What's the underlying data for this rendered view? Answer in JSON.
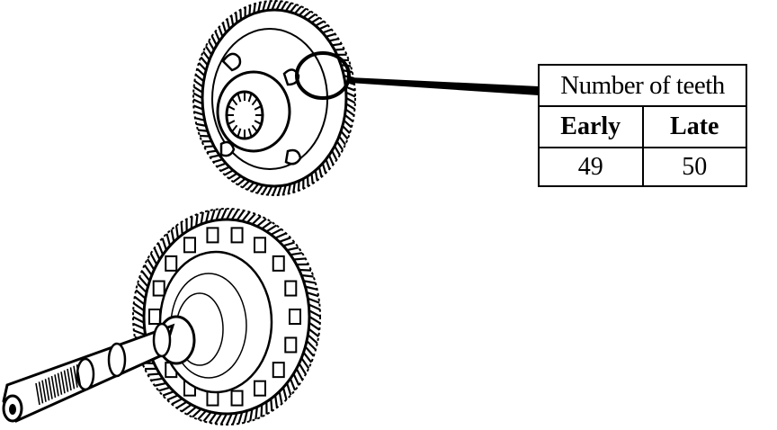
{
  "table": {
    "title": "Number of teeth",
    "columns": [
      "Early",
      "Late"
    ],
    "values": [
      "49",
      "50"
    ]
  },
  "colors": {
    "ink": "#000000",
    "paper": "#ffffff"
  }
}
